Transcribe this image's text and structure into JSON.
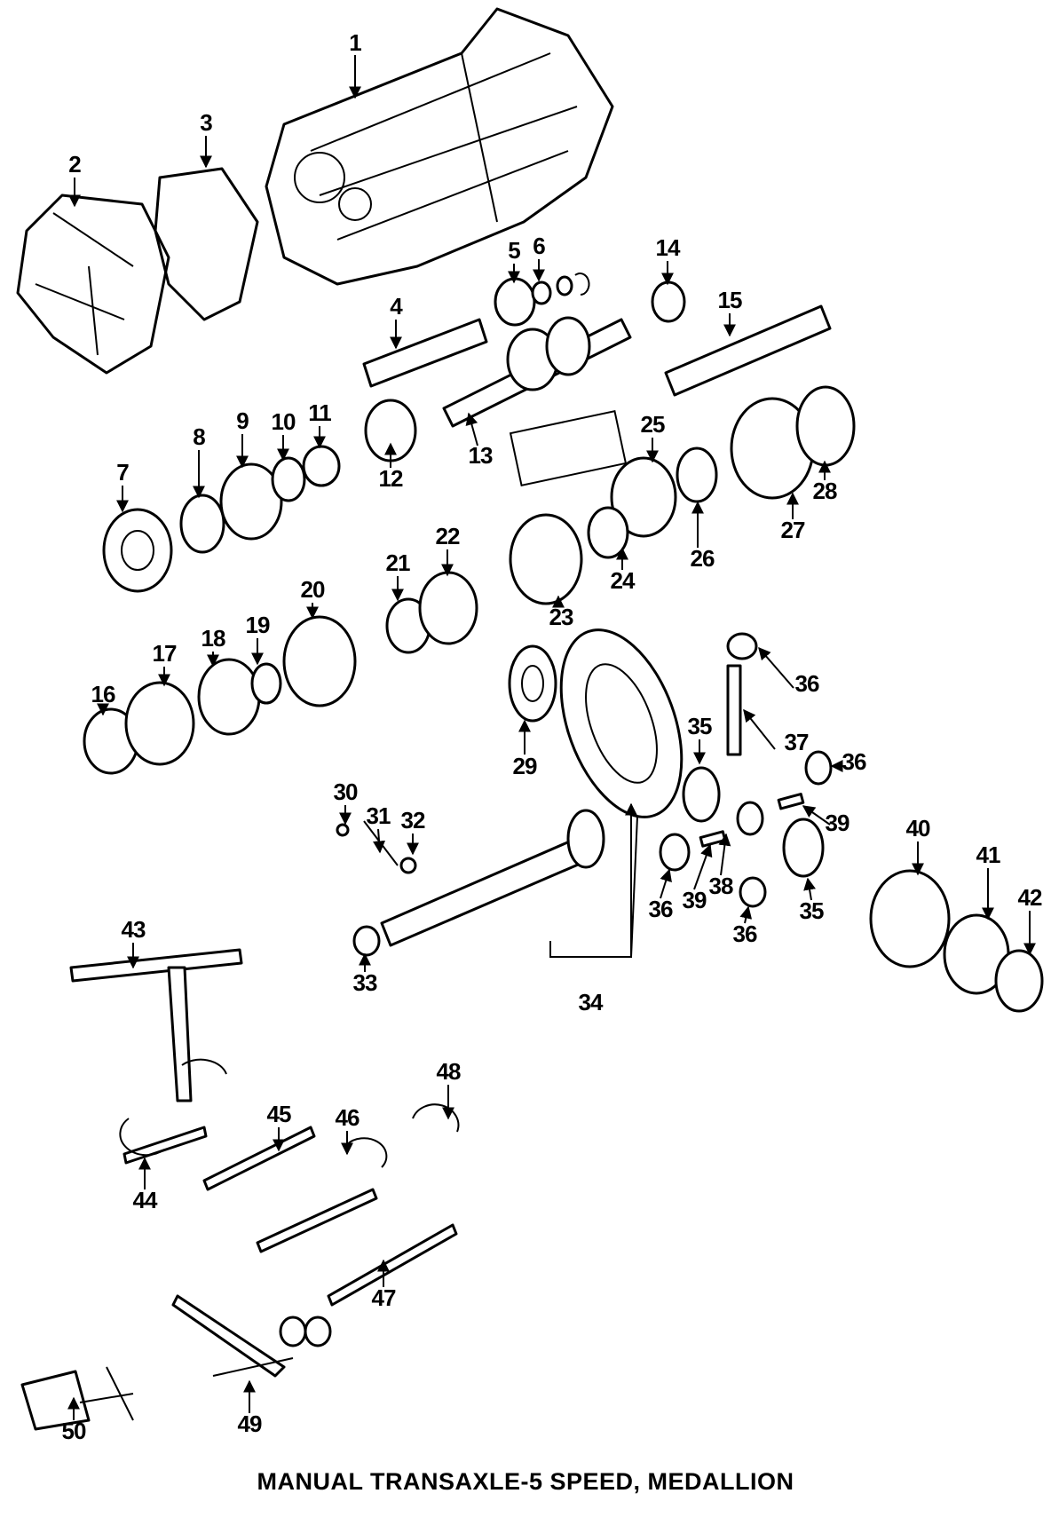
{
  "caption": "MANUAL TRANSAXLE-5 SPEED, MEDALLION",
  "callouts": [
    "1",
    "2",
    "3",
    "4",
    "5",
    "6",
    "7",
    "8",
    "9",
    "10",
    "11",
    "12",
    "13",
    "14",
    "15",
    "16",
    "17",
    "18",
    "19",
    "20",
    "21",
    "22",
    "23",
    "24",
    "25",
    "26",
    "27",
    "28",
    "29",
    "30",
    "31",
    "32",
    "33",
    "34",
    "35",
    "35",
    "36",
    "36",
    "36",
    "36",
    "37",
    "38",
    "39",
    "39",
    "40",
    "41",
    "42",
    "43",
    "44",
    "45",
    "46",
    "47",
    "48",
    "49",
    "50"
  ]
}
